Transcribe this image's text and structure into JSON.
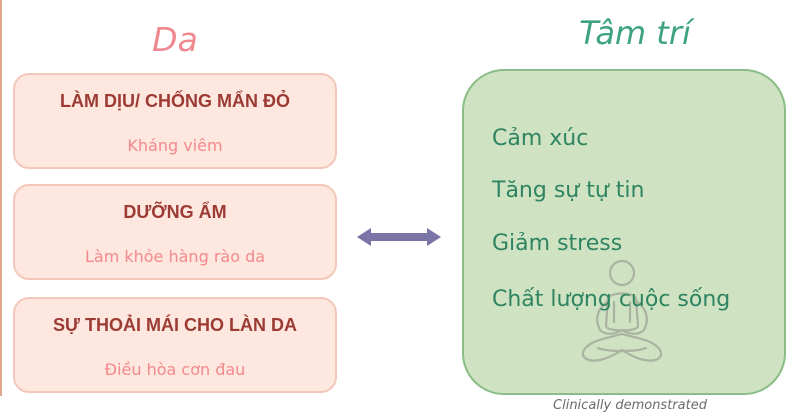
{
  "skin": {
    "title": "Da",
    "items": [
      {
        "heading": "LÀM DỊU/ CHỐNG MẨN ĐỎ",
        "detail": "Kháng viêm"
      },
      {
        "heading": "DƯỠNG ẨM",
        "detail": "Làm khỏe hàng rào da"
      },
      {
        "heading": "SỰ THOẢI MÁI CHO LÀN DA",
        "detail": "Điều hòa cơn đau"
      }
    ]
  },
  "mind": {
    "title": "Tâm trí",
    "items": [
      "Cảm xúc",
      "Tăng sự tự tin",
      "Giảm stress",
      "Chất lượng cuộc sống"
    ]
  },
  "caption": "Clinically demonstrated",
  "icons": {
    "connector": "double-arrow-icon",
    "mind_illustration": "meditation-icon"
  },
  "colors": {
    "skin_title": "#f0888f",
    "skin_heading": "#9c3b34",
    "skin_detail": "#f2898c",
    "skin_box_fill": "#fde7de",
    "mind_title": "#3ea37e",
    "mind_text": "#2f8461",
    "mind_box_fill": "#cfe3c3",
    "arrow": "#7b74a6"
  }
}
